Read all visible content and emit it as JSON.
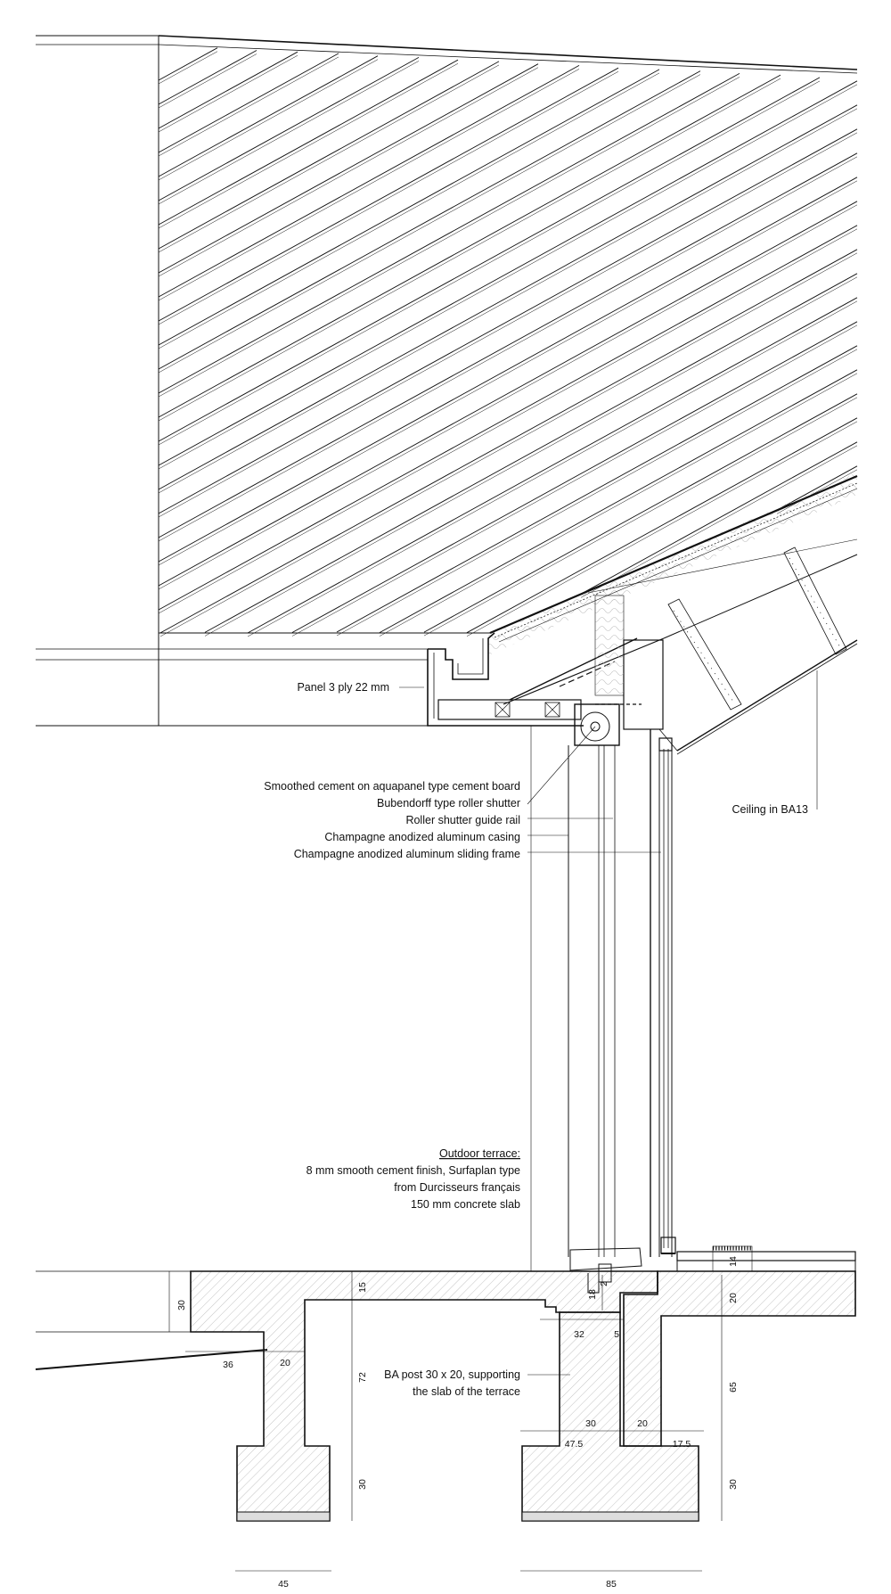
{
  "labels": {
    "panel": "Panel 3 ply 22 mm",
    "cement_board": "Smoothed cement on aquapanel type cement board",
    "roller_shutter": "Bubendorff type roller shutter",
    "guide_rail": "Roller shutter guide rail",
    "casing": "Champagne anodized aluminum casing",
    "sliding_frame": "Champagne anodized aluminum sliding frame",
    "ceiling": "Ceiling in BA13",
    "terrace_title": "Outdoor terrace:",
    "terrace_line1": "8 mm smooth cement finish, Surfaplan type",
    "terrace_line2": "from Durcisseurs français",
    "terrace_line3": "150 mm concrete slab",
    "post_line1": "BA post 30 x 20, supporting",
    "post_line2": "the slab of the terrace"
  },
  "dimensions": {
    "slab_left": "30",
    "slab_top": "15",
    "slope_36": "36",
    "wall_20": "20",
    "d72": "72",
    "foot_left_30": "30",
    "foot_left_45": "45",
    "d18": "18",
    "d2": "2",
    "d32": "32",
    "d5": "5",
    "d14": "14",
    "slab_right_20": "20",
    "d65": "65",
    "post_30": "30",
    "post_20": "20",
    "d47_5": "47.5",
    "d17_5": "17.5",
    "foot_right_30": "30",
    "foot_right_85": "85"
  },
  "colors": {
    "line": "#111111",
    "hatch": "#9a9a9a",
    "background": "#ffffff"
  }
}
